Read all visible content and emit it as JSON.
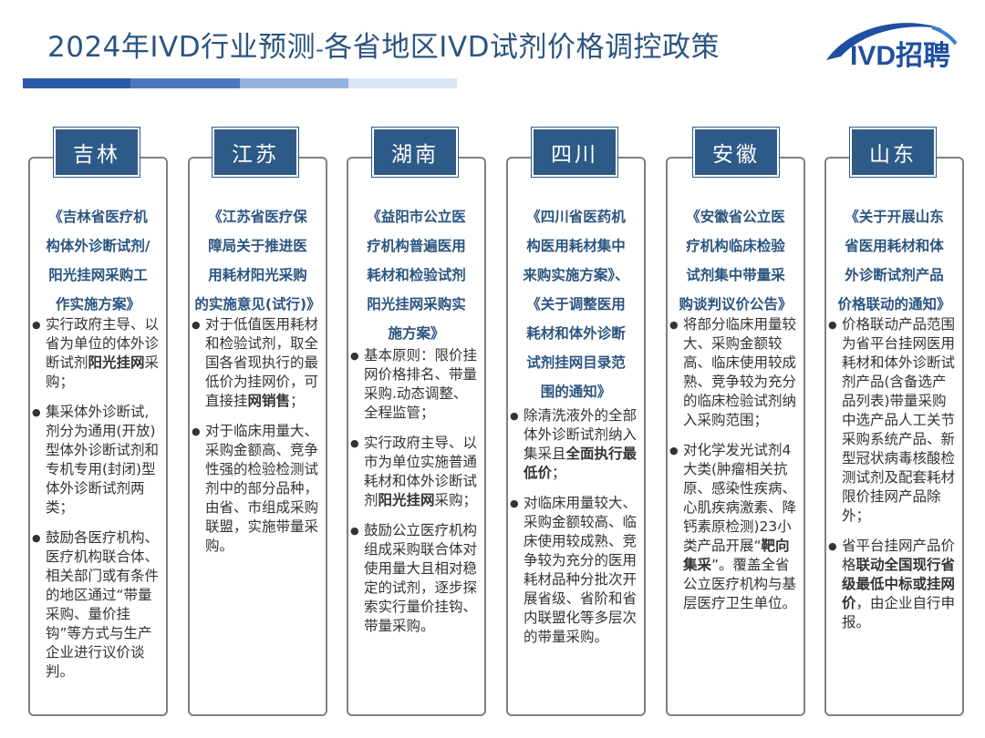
{
  "title": {
    "main": "2024年IVD行业预测",
    "separator": "-",
    "sub": "各省地区IVD试剂价格调控政策"
  },
  "logo": {
    "text": "IVD招聘"
  },
  "colors": {
    "accent": "#2e5a88",
    "title": "#2b5580",
    "bar": [
      "#2b5ba8",
      "#4a78bd",
      "#93b3df",
      "#dbe5f3"
    ]
  },
  "provinces": [
    {
      "name": "吉林",
      "doc_title": "《吉林省医疗机构体外诊断试剂/阳光挂网采购工作实施方案》",
      "bullets": [
        [
          {
            "t": "实行政府主导、以省为单位的体外诊断试剂"
          },
          {
            "t": "阳光挂网",
            "b": true
          },
          {
            "t": "采购；"
          }
        ],
        [
          {
            "t": "集采体外诊断试,剂分为通用(开放)型体外诊断试剂和专机专用(封闭)型体外诊断试剂两类；"
          }
        ],
        [
          {
            "t": "鼓励各医疗机构、医疗机构联合体、相关部门或有条件的地区通过“带量采购、量价挂钩”等方式与生产企业进行议价谈判。"
          }
        ]
      ]
    },
    {
      "name": "江苏",
      "doc_title": "《江苏省医疗保障局关于推进医用耗材阳光采购的实施意见(试行)》",
      "bullets": [
        [
          {
            "t": "对于低值医用耗材和检验试剂，取全国各省现执行的最低价为挂网价，可直接挂"
          },
          {
            "t": "网销售",
            "b": true
          },
          {
            "t": "；"
          }
        ],
        [
          {
            "t": "对于临床用量大、采购金额高、竞争性强的检验检测试剂中的部分品种，由省、市组成采购联盟，实施带量采购。"
          }
        ]
      ]
    },
    {
      "name": "湖南",
      "doc_title": "《益阳市公立医疗机构普遍医用耗材和检验试剂阳光挂网采购实施方案》",
      "bullets": [
        [
          {
            "t": "基本原则：限价挂网价格排名、带量采购.动态调整、全程监管；"
          }
        ],
        [
          {
            "t": "实行政府主导、以市为单位实施普通耗材和体外诊断试剂"
          },
          {
            "t": "阳光挂网",
            "b": true
          },
          {
            "t": "采购；"
          }
        ],
        [
          {
            "t": "鼓励公立医疗机构组成采购联合体对使用量大且相对稳定的试剂，逐步探索实行量价挂钩、带量采购。"
          }
        ]
      ]
    },
    {
      "name": "四川",
      "doc_title": "《四川省医药机构医用耗材集中来购实施方案》、《关于调整医用耗材和体外诊断试剂挂网目录范围的通知》",
      "bullets": [
        [
          {
            "t": "除清洗液外的全部体外诊断试剂纳入集采且"
          },
          {
            "t": "全面执行最低价",
            "b": true
          },
          {
            "t": "；"
          }
        ],
        [
          {
            "t": "对临床用量较大、采购金额较高、临床使用较成熟、竞争较为充分的医用耗材品种分批次开展省级、省阶和省内联盟化等多层次的带量采购。"
          }
        ]
      ]
    },
    {
      "name": "安徽",
      "doc_title": "《安徽省公立医疗机构临床检验试剂集中带量采购谈判议价公告》",
      "bullets": [
        [
          {
            "t": "将部分临床用量较大、采购金额较高、临床使用较成熟、竞争较为充分的临床检验试剂纳入采购范围；"
          }
        ],
        [
          {
            "t": "对化学发光试剂4大类(肿瘤相关抗原、感染性疾病、心肌疾病激素、降钙素原检测)23小类产品开展“"
          },
          {
            "t": "靶向集采",
            "b": true
          },
          {
            "t": "”。覆盖全省公立医疗机构与基层医疗卫生单位。"
          }
        ]
      ]
    },
    {
      "name": "山东",
      "doc_title": "《关于开展山东省医用耗材和体外诊断试剂产品价格联动的通知》",
      "bullets": [
        [
          {
            "t": "价格联动产品范围为省平台挂网医用耗材和体外诊断试剂产品(含备选产品列表)带量采购中选产品人工关节采购系统产品、新型冠状病毒核酸检测试剂及配套耗材限价挂网产品除外；"
          }
        ],
        [
          {
            "t": "省平台挂网产品价格"
          },
          {
            "t": "联动全国现行省级最低中标或挂网价",
            "b": true
          },
          {
            "t": "，由企业自行申报。"
          }
        ]
      ]
    }
  ]
}
